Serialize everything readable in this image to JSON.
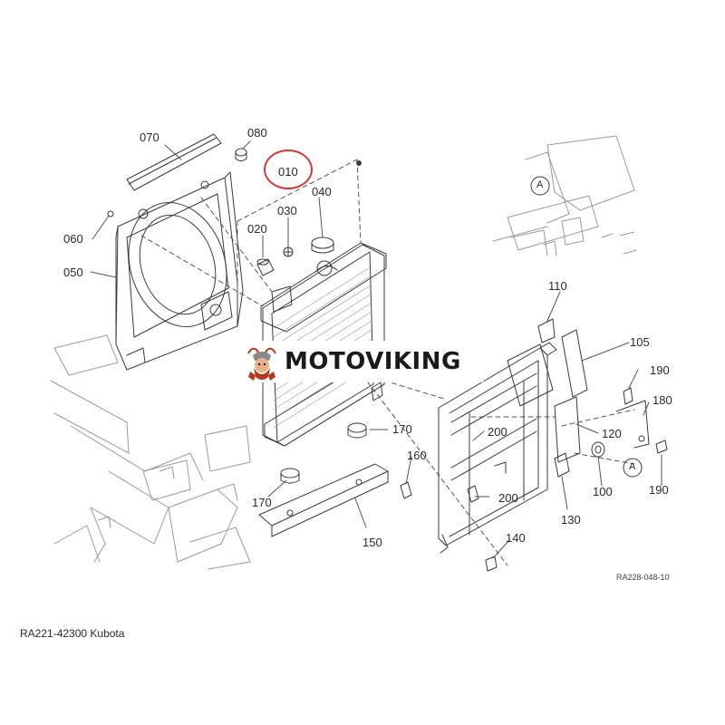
{
  "callouts": {
    "p070": "070",
    "p080": "080",
    "p010": "010",
    "p040": "040",
    "p030": "030",
    "p020": "020",
    "p060": "060",
    "p050": "050",
    "p110": "110",
    "p105": "105",
    "p190a": "190",
    "p180": "180",
    "p120": "120",
    "p200a": "200",
    "p200b": "200",
    "p170a": "170",
    "p170b": "170",
    "p160": "160",
    "p100": "100",
    "p190b": "190",
    "p130": "130",
    "p150": "150",
    "p140": "140"
  },
  "refs": {
    "a1": "A",
    "a2": "A"
  },
  "drawing_code": "RA228-048-10",
  "caption": "RA221-42300 Kubota",
  "brand": {
    "name": "MOTOVIKING"
  },
  "colors": {
    "line": "#3a3a3a",
    "highlight_ring": "#d23a3a",
    "logo_red": "#b5391f"
  }
}
